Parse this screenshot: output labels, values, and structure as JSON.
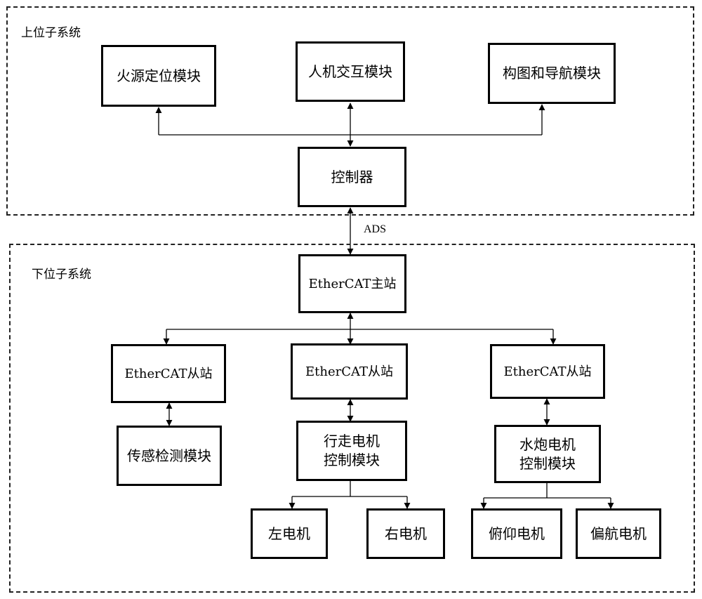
{
  "upper": {
    "label": "上位子系统",
    "fire_locating": "火源定位模块",
    "hmi": "人机交互模块",
    "mapping_nav": "构图和导航模块",
    "controller": "控制器"
  },
  "link_label": "ADS",
  "lower": {
    "label": "下位子系统",
    "ethercat_master": "EtherCAT主站",
    "slave_left": "EtherCAT从站",
    "slave_middle": "EtherCAT从站",
    "slave_right": "EtherCAT从站",
    "sensor_module": "传感检测模块",
    "walk_motor_line1": "行走电机",
    "walk_motor_line2": "控制模块",
    "cannon_motor_line1": "水炮电机",
    "cannon_motor_line2": "控制模块",
    "left_motor": "左电机",
    "right_motor": "右电机",
    "pitch_motor": "俯仰电机",
    "yaw_motor": "偏航电机"
  }
}
